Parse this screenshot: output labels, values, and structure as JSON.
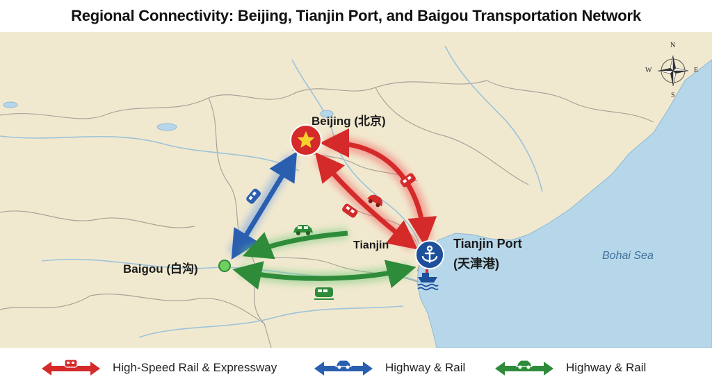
{
  "title": "Regional Connectivity: Beijing, Tianjin Port, and Baigou Transportation Network",
  "map": {
    "places": {
      "beijing": "Beijing (北京)",
      "tianjin": "Tianjin",
      "tianjin_port_en": "Tianjin Port",
      "tianjin_port_cn": "(天津港)",
      "baigou": "Baigou (白沟)",
      "sea": "Bohai Sea"
    },
    "compass": {
      "n": "N",
      "e": "E",
      "s": "S",
      "w": "W"
    },
    "colors": {
      "land": "#f1e9cf",
      "sea": "#b6d7ea",
      "red_route": "#d42a2a",
      "blue_route": "#2a5fb0",
      "green_route": "#2e8b3a"
    }
  },
  "legend": [
    {
      "label": "High-Speed Rail & Expressway",
      "color": "#d42a2a",
      "icon": "train-icon"
    },
    {
      "label": "Highway & Rail",
      "color": "#2a5fb0",
      "icon": "car-icon"
    },
    {
      "label": "Highway & Rail",
      "color": "#2e8b3a",
      "icon": "car-icon"
    }
  ]
}
